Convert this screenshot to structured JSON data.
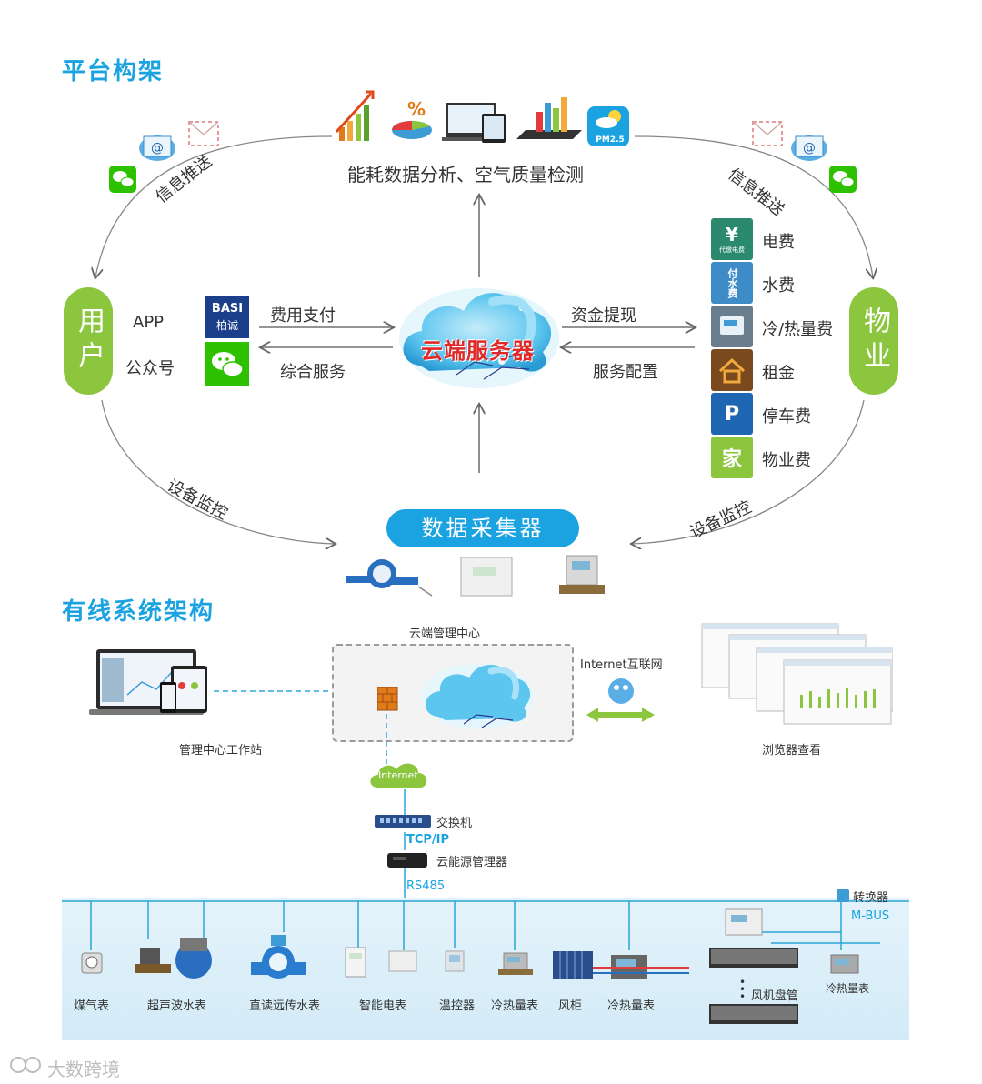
{
  "platform": {
    "title": "平台构架",
    "top_caption": "能耗数据分析、空气质量检测",
    "pm_badge": "PM2.5",
    "push_left": "信息推送",
    "push_right": "信息推送",
    "monitor_left": "设备监控",
    "monitor_right": "设备监控",
    "user_label": "用户",
    "property_label": "物业",
    "user_channels": [
      "APP",
      "公众号"
    ],
    "basi_logo": "BASI",
    "basi_sub": "柏诚",
    "pay": "费用支付",
    "service": "综合服务",
    "withdraw": "资金提现",
    "config": "服务配置",
    "cloud_label": "云端服务器",
    "collector": "数据采集器",
    "fees": [
      {
        "label": "电费",
        "icon": "¥",
        "color": "#2b8a6e"
      },
      {
        "label": "水费",
        "icon": "付水费",
        "color": "#3d8cc8"
      },
      {
        "label": "冷/热量费",
        "icon": "meter-icon",
        "color": "#6a7d8c"
      },
      {
        "label": "租金",
        "icon": "house-icon",
        "color": "#7a4a1e"
      },
      {
        "label": "停车费",
        "icon": "P",
        "color": "#1f66b2"
      },
      {
        "label": "物业费",
        "icon": "家",
        "color": "#8cc63f"
      }
    ],
    "elec_icon_sub": "代缴电费"
  },
  "wired": {
    "title": "有线系统架构",
    "cloud_center": "云端管理中心",
    "internet_cn": "Internet互联网",
    "workstation": "管理中心工作站",
    "browser": "浏览器查看",
    "internet": "Internet",
    "switch": "交换机",
    "tcpip": "TCP/IP",
    "manager": "云能源管理器",
    "rs485": "RS485",
    "converter": "转换器",
    "mbus": "M-BUS",
    "fan_coil": "风机盘管",
    "heat_meter_right": "冷热量表",
    "devices": [
      "煤气表",
      "超声波水表",
      "直读远传水表",
      "智能电表",
      "温控器",
      "冷热量表",
      "风柜",
      "冷热量表"
    ]
  },
  "watermark": "大数跨境"
}
